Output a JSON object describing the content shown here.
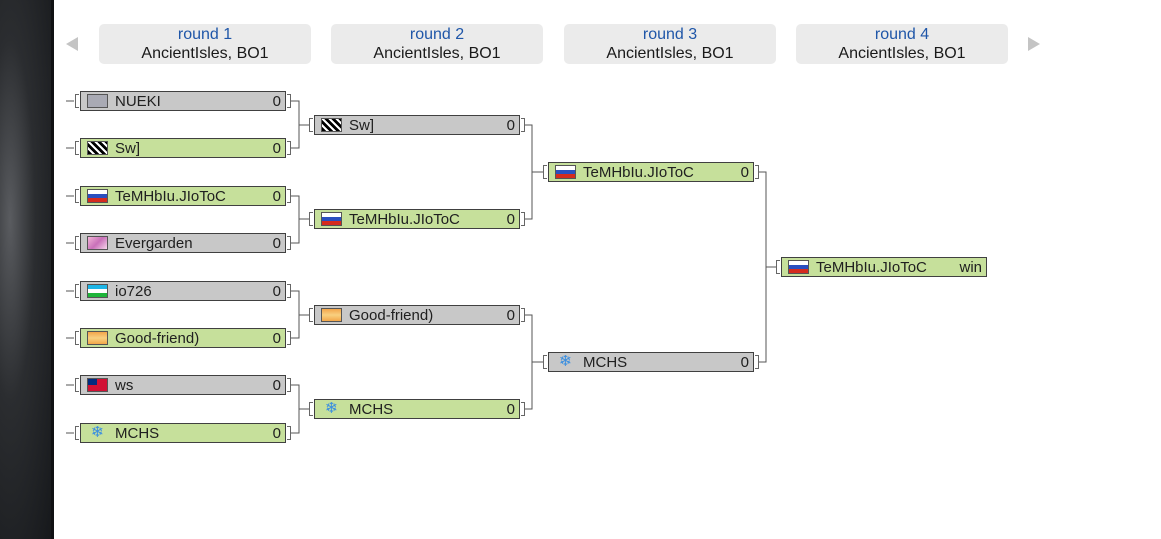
{
  "rounds": [
    {
      "title": "round 1",
      "subtitle": "AncientIsles, BO1"
    },
    {
      "title": "round 2",
      "subtitle": "AncientIsles, BO1"
    },
    {
      "title": "round 3",
      "subtitle": "AncientIsles, BO1"
    },
    {
      "title": "round 4",
      "subtitle": "AncientIsles, BO1"
    }
  ],
  "bracket": {
    "round1": [
      {
        "name": "NUEKI",
        "score": "0",
        "status": "lose",
        "icon": "nueki-clan-icon"
      },
      {
        "name": "Sw]",
        "score": "0",
        "status": "win",
        "icon": "sw-clan-icon"
      },
      {
        "name": "TeMHbIu.JIoToC",
        "score": "0",
        "status": "win",
        "icon": "russia-flag-icon"
      },
      {
        "name": "Evergarden",
        "score": "0",
        "status": "lose",
        "icon": "evergarden-clan-icon"
      },
      {
        "name": "io726",
        "score": "0",
        "status": "lose",
        "icon": "uzbekistan-flag-icon"
      },
      {
        "name": "Good-friend)",
        "score": "0",
        "status": "win",
        "icon": "good-friend-clan-icon"
      },
      {
        "name": "ws",
        "score": "0",
        "status": "lose",
        "icon": "samoa-flag-icon"
      },
      {
        "name": "MCHS",
        "score": "0",
        "status": "win",
        "icon": "snowflake-icon"
      }
    ],
    "round2": [
      {
        "name": "Sw]",
        "score": "0",
        "status": "lose",
        "icon": "sw-clan-icon"
      },
      {
        "name": "TeMHbIu.JIoToC",
        "score": "0",
        "status": "win",
        "icon": "russia-flag-icon"
      },
      {
        "name": "Good-friend)",
        "score": "0",
        "status": "lose",
        "icon": "good-friend-clan-icon"
      },
      {
        "name": "MCHS",
        "score": "0",
        "status": "win",
        "icon": "snowflake-icon"
      }
    ],
    "round3": [
      {
        "name": "TeMHbIu.JIoToC",
        "score": "0",
        "status": "win",
        "icon": "russia-flag-icon"
      },
      {
        "name": "MCHS",
        "score": "0",
        "status": "lose",
        "icon": "snowflake-icon"
      }
    ],
    "round4": [
      {
        "name": "TeMHbIu.JIoToC",
        "score": "win",
        "status": "win",
        "icon": "russia-flag-icon"
      }
    ]
  },
  "colors": {
    "winner_bg": "#c6e09b",
    "loser_bg": "#c8c8c8",
    "round_title": "#1f56a8"
  }
}
